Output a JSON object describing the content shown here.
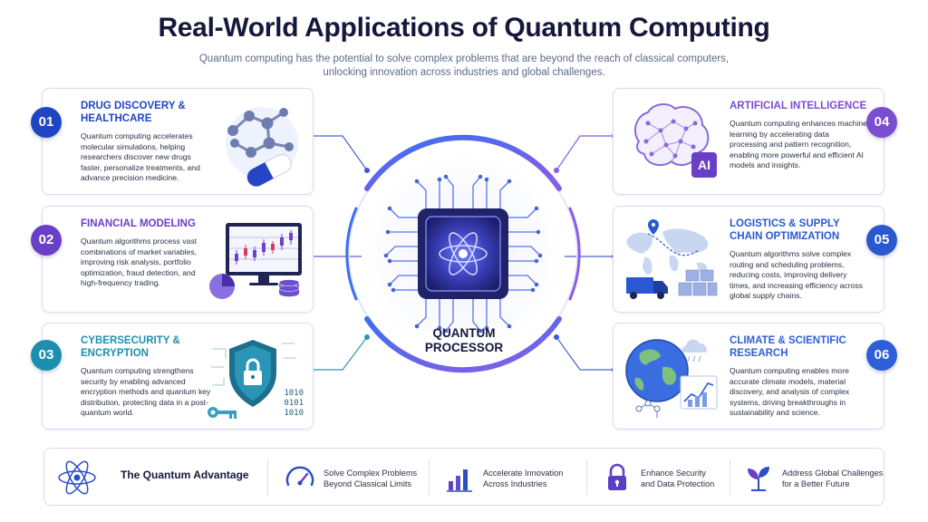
{
  "title": "Real-World Applications of Quantum Computing",
  "subtitle": "Quantum computing has the potential to solve complex problems that are beyond the reach of classical computers, unlocking innovation across industries and global challenges.",
  "center": {
    "label_line1": "QUANTUM",
    "label_line2": "PROCESSOR"
  },
  "cards": [
    {
      "number": "01",
      "title": "DRUG DISCOVERY & HEALTHCARE",
      "color": "#1f45c4",
      "text": "Quantum computing accelerates molecular simulations, helping researchers discover new drugs faster, personalize treatments, and advance precision medicine.",
      "icon": "molecule-pill-icon"
    },
    {
      "number": "02",
      "title": "FINANCIAL MODELING",
      "color": "#6a3fc7",
      "text": "Quantum algorithms process vast combinations of market variables, improving risk analysis, portfolio optimization, fraud detection, and high-frequency trading.",
      "icon": "financial-chart-icon"
    },
    {
      "number": "03",
      "title": "CYBERSECURITY & ENCRYPTION",
      "color": "#1c8fae",
      "text": "Quantum computing strengthens security by enabling advanced encryption methods and quantum key distribution, protecting data in a post-quantum world.",
      "icon": "shield-lock-icon",
      "binary": [
        "1010",
        "0101",
        "1010"
      ]
    },
    {
      "number": "04",
      "title": "ARTIFICIAL INTELLIGENCE",
      "color": "#7b4dd0",
      "text": "Quantum computing enhances machine learning by accelerating data processing and pattern recognition, enabling more powerful and efficient AI models and insights.",
      "icon": "ai-brain-icon",
      "badge": "AI"
    },
    {
      "number": "05",
      "title": "LOGISTICS & SUPPLY CHAIN OPTIMIZATION",
      "color": "#2a58d0",
      "text": "Quantum algorithms solve complex routing and scheduling problems, reducing costs, improving delivery times, and increasing efficiency across global supply chains.",
      "icon": "logistics-map-icon"
    },
    {
      "number": "06",
      "title": "CLIMATE & SCIENTIFIC RESEARCH",
      "color": "#2f5fd8",
      "text": "Quantum computing enables more accurate climate models, material discovery, and analysis of complex systems, driving breakthroughs in sustainability and science.",
      "icon": "globe-research-icon"
    }
  ],
  "bottom": {
    "heading": "The Quantum Advantage",
    "items": [
      {
        "line1": "Solve Complex Problems",
        "line2": "Beyond Classical Limits",
        "icon": "speedometer-icon"
      },
      {
        "line1": "Accelerate Innovation",
        "line2": "Across Industries",
        "icon": "bar-growth-icon"
      },
      {
        "line1": "Enhance Security",
        "line2": "and Data Protection",
        "icon": "padlock-icon"
      },
      {
        "line1": "Address Global Challenges",
        "line2": "for a Better Future",
        "icon": "sprout-icon"
      }
    ]
  }
}
